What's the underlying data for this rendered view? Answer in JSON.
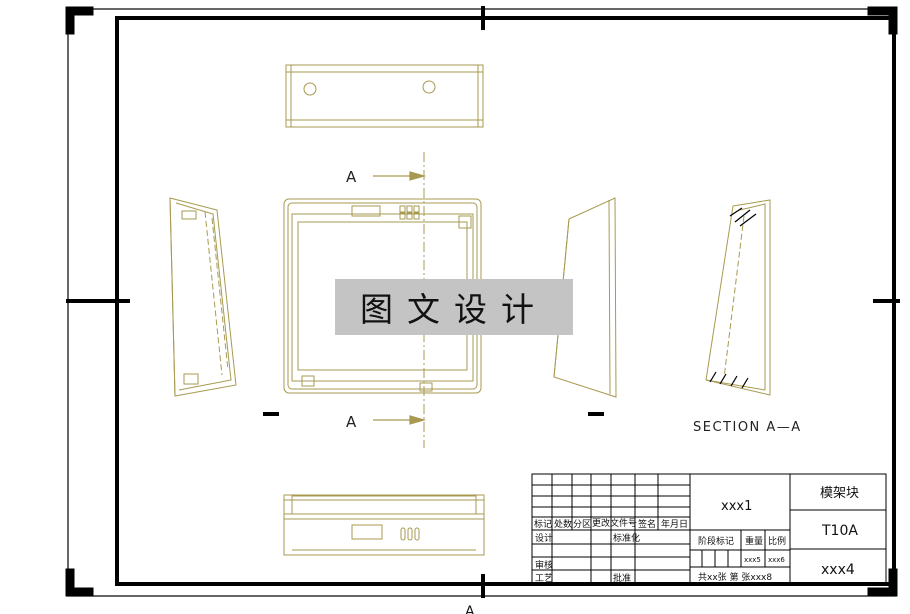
{
  "watermark": "图文设计",
  "section": {
    "cut_label_top": "A",
    "cut_label_bottom": "A",
    "title": "SECTION A—A"
  },
  "title_block": {
    "header_cells": [
      "标记",
      "处数",
      "分区",
      "更改文件号",
      "签名",
      "年月日"
    ],
    "row_design": "设计",
    "row_standard": "标准化",
    "row_review": "审核",
    "row_process": "工艺",
    "row_approve": "批准",
    "stage_mark": "阶段标记",
    "weight": "重量",
    "scale": "比例",
    "weight_value": "xxx5",
    "scale_value": "xxx6",
    "sheet_text": "共xx张 第 张xxx8",
    "drawing_name": "xxx1",
    "material_label": "模架块",
    "material": "T10A",
    "drawing_no": "xxx4"
  },
  "footer_partial": "A"
}
